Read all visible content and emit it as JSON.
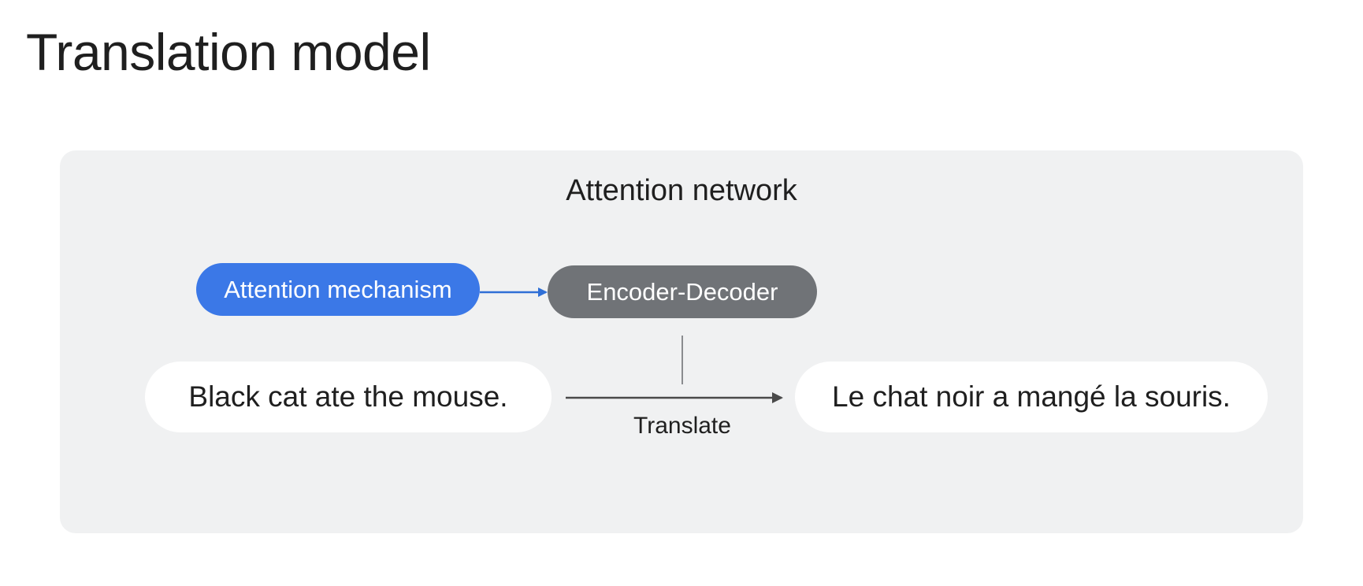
{
  "title": "Translation model",
  "diagram": {
    "panel_title": "Attention network",
    "attention_mechanism": "Attention mechanism",
    "encoder_decoder": "Encoder-Decoder",
    "source_sentence": "Black cat ate the mouse.",
    "target_sentence": "Le chat noir a mangé la souris.",
    "translate_label": "Translate"
  },
  "colors": {
    "attention_blue": "#3b78e7",
    "encoder_gray": "#707377",
    "panel_background": "#f0f1f2",
    "arrow_dark": "#4a4a4a"
  }
}
